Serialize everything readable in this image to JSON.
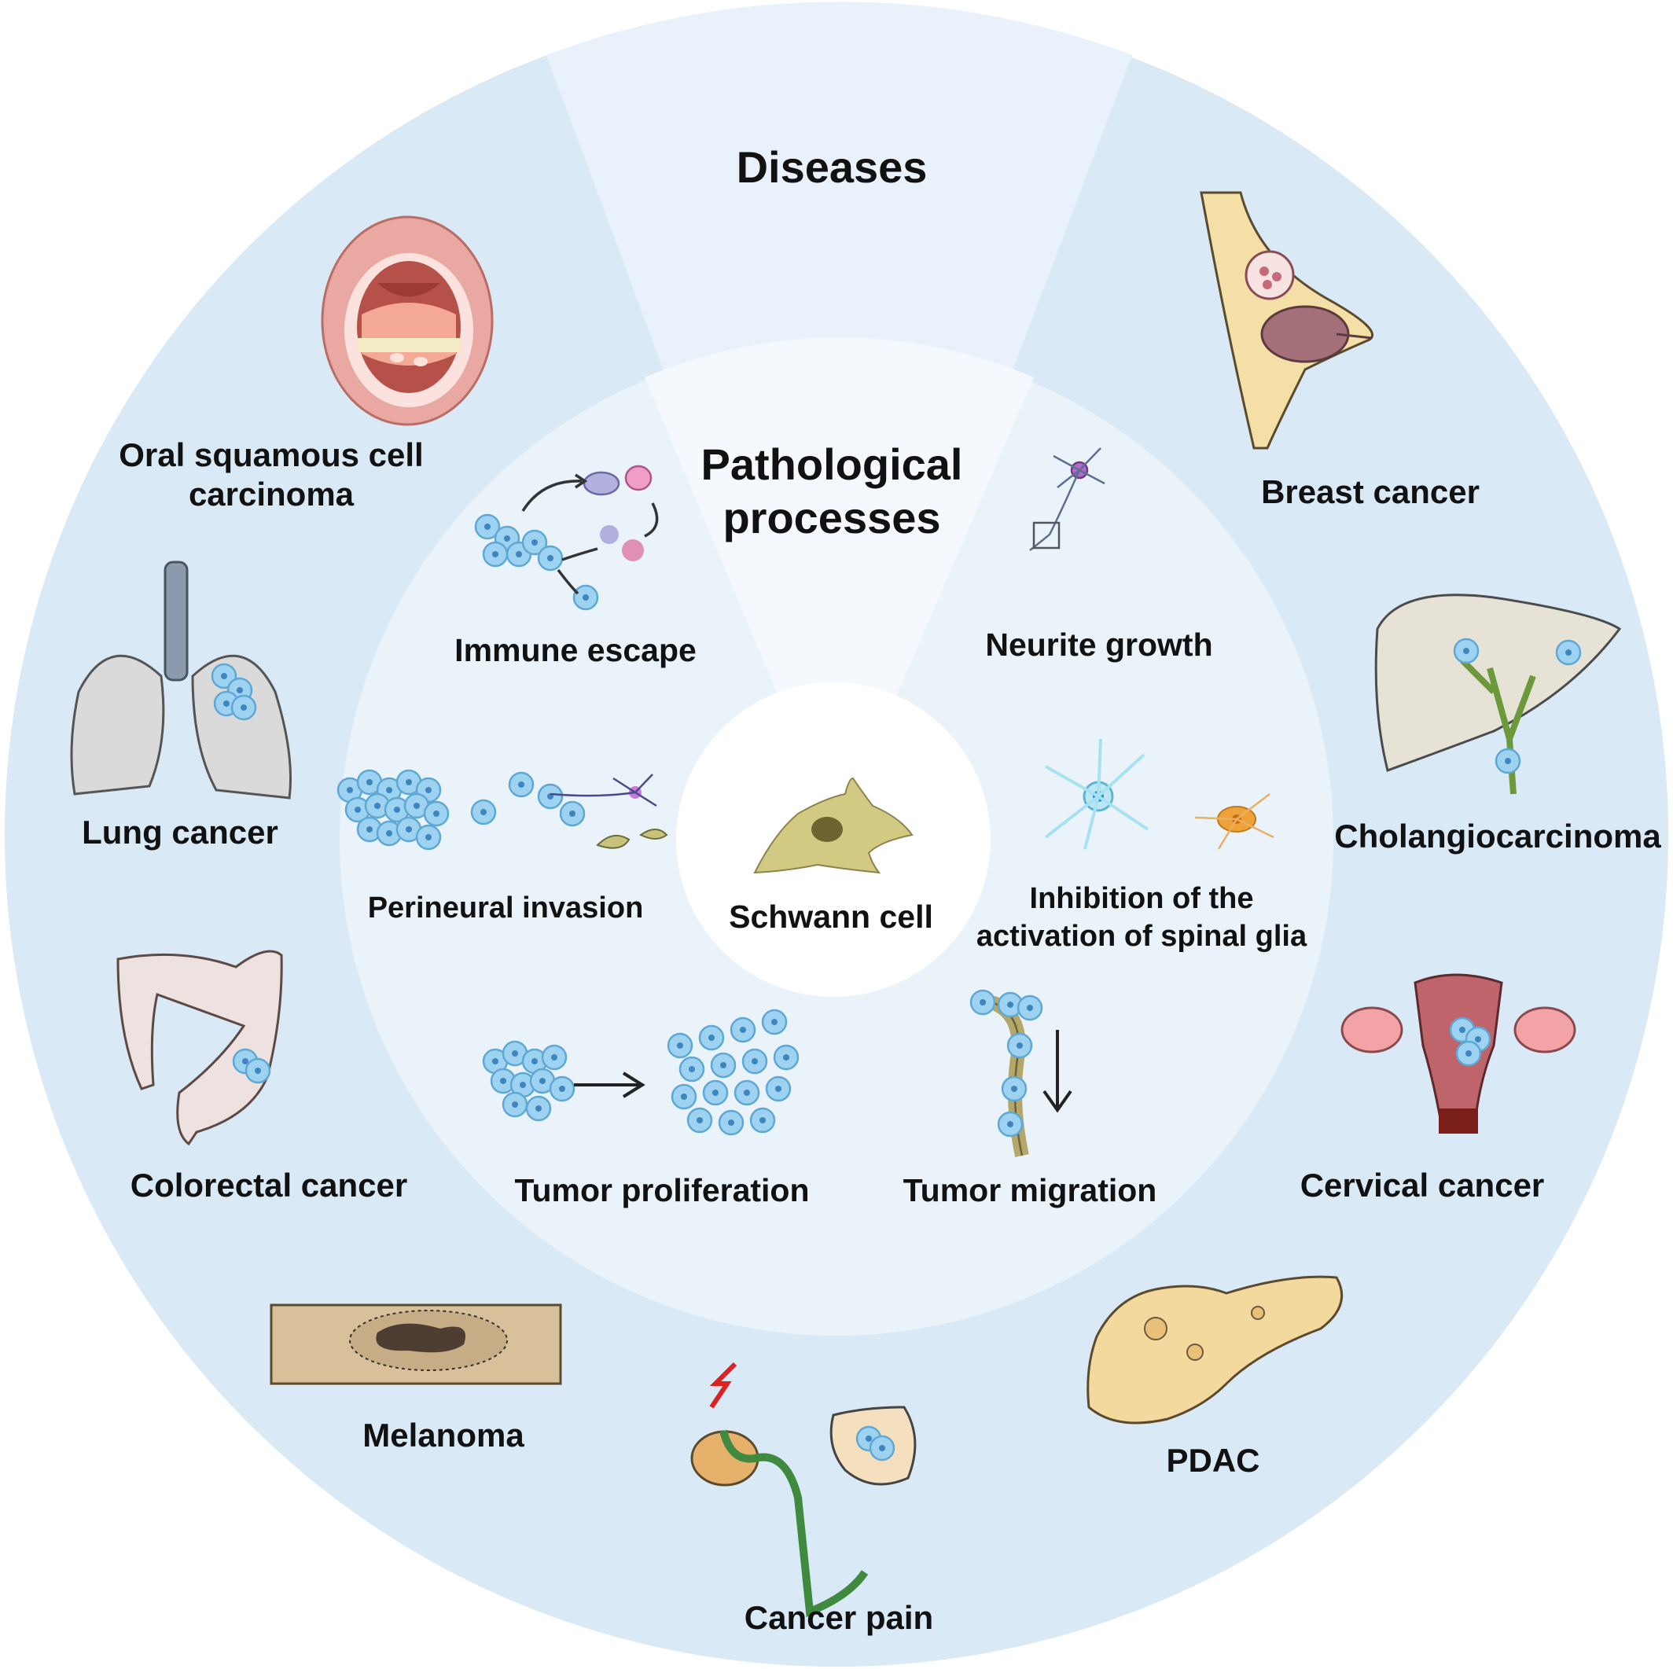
{
  "colors": {
    "outer_ring": "#d9e9f5",
    "outer_ring_highlight": "#e9f2fa",
    "inner_ring": "#eaf3fa",
    "inner_ring_highlight": "#f5f9fd",
    "center": "#ffffff",
    "cell_blue": "#9dd3f0",
    "schwann": "#d2ca82"
  },
  "outer_ring": {
    "title": "Diseases",
    "items": [
      {
        "id": "oscc",
        "label": [
          "Oral squamous cell",
          "carcinoma"
        ],
        "icon": "mouth-icon"
      },
      {
        "id": "breast",
        "label": [
          "Breast cancer"
        ],
        "icon": "breast-icon"
      },
      {
        "id": "lung",
        "label": [
          "Lung cancer"
        ],
        "icon": "lungs-icon"
      },
      {
        "id": "cholangio",
        "label": [
          "Cholangiocarcinoma"
        ],
        "icon": "liver-icon"
      },
      {
        "id": "colorectal",
        "label": [
          "Colorectal cancer"
        ],
        "icon": "colon-icon"
      },
      {
        "id": "cervical",
        "label": [
          "Cervical cancer"
        ],
        "icon": "uterus-icon"
      },
      {
        "id": "melanoma",
        "label": [
          "Melanoma"
        ],
        "icon": "skin-lesion-icon"
      },
      {
        "id": "pain",
        "label": [
          "Cancer pain"
        ],
        "icon": "spinal-nerve-icon"
      },
      {
        "id": "pdac",
        "label": [
          "PDAC"
        ],
        "icon": "pancreas-icon"
      }
    ]
  },
  "inner_ring": {
    "title": [
      "Pathological",
      "processes"
    ],
    "items": [
      {
        "id": "immune",
        "label": [
          "Immune escape"
        ],
        "icon": "immune-cycle-icon"
      },
      {
        "id": "neurite",
        "label": [
          "Neurite growth"
        ],
        "icon": "neuron-icon"
      },
      {
        "id": "perineural",
        "label": [
          "Perineural invasion"
        ],
        "icon": "invasion-icon"
      },
      {
        "id": "glia",
        "label": [
          "Inhibition of the",
          "activation of spinal glia"
        ],
        "icon": "glia-icon"
      },
      {
        "id": "proliferation",
        "label": [
          "Tumor proliferation"
        ],
        "icon": "proliferation-icon"
      },
      {
        "id": "migration",
        "label": [
          "Tumor migration"
        ],
        "icon": "migration-icon"
      }
    ]
  },
  "center": {
    "label": "Schwann cell",
    "icon": "schwann-cell-icon"
  }
}
